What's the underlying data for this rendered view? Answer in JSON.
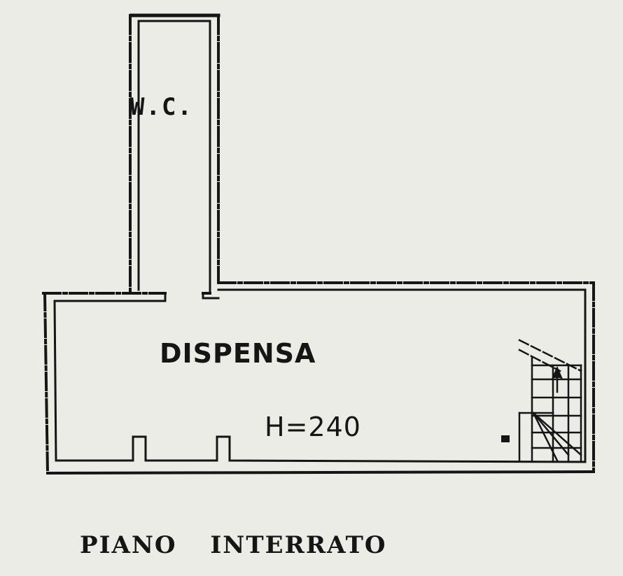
{
  "plan": {
    "rooms": {
      "wc": {
        "label": "W.C."
      },
      "main": {
        "label": "DISPENSA",
        "height": "H=240"
      }
    },
    "floor_title": "PIANO INTERRATO",
    "ink_color": "#151515",
    "paper_color": "#ecece6"
  }
}
